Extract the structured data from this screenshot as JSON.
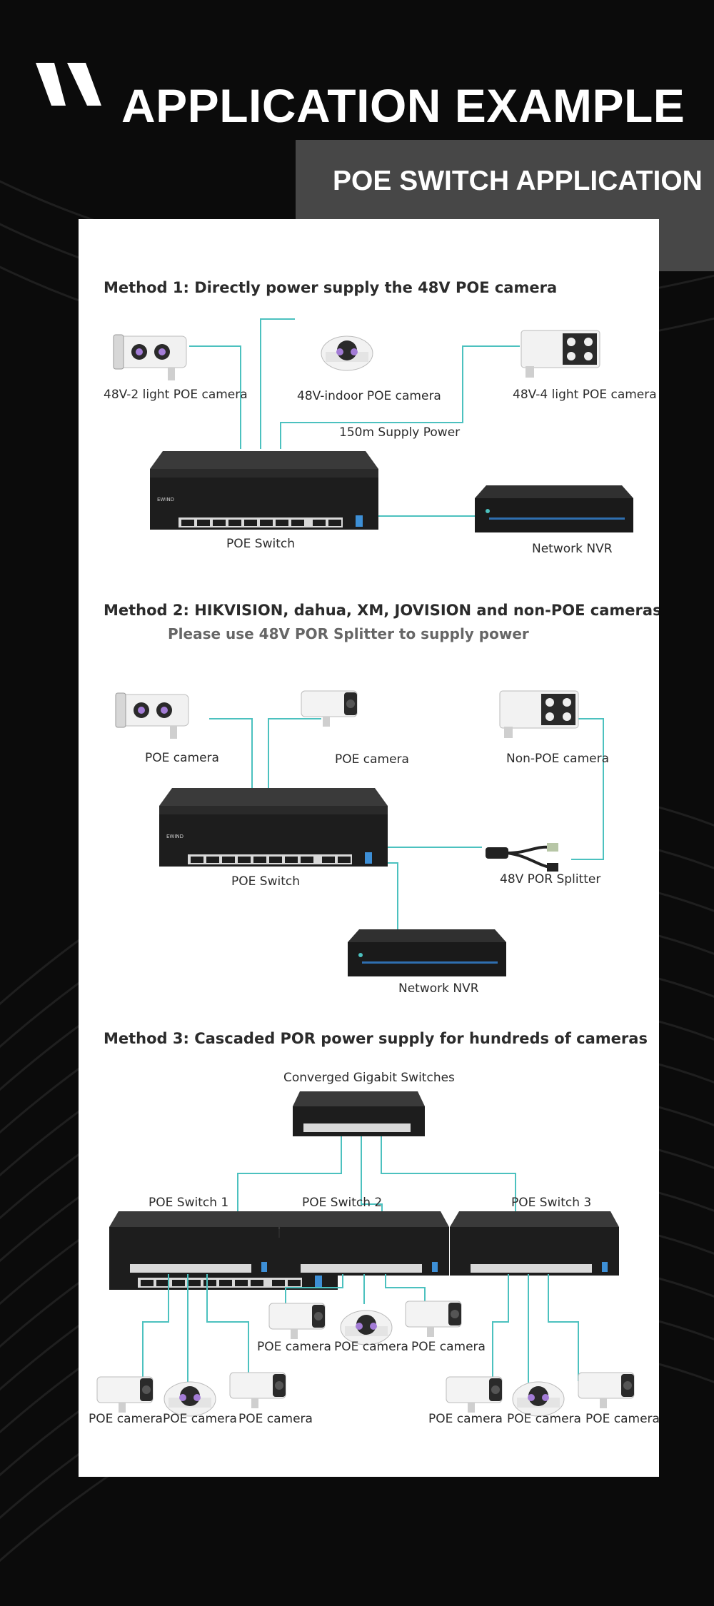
{
  "header": {
    "title": "APPLICATION EXAMPLE",
    "section_title": "POE SWITCH APPLICATION"
  },
  "method1": {
    "title": "Method 1: Directly power supply the 48V POE camera",
    "camera_left": "48V-2 light POE camera",
    "camera_mid": "48V-indoor POE camera",
    "camera_right": "48V-4 light POE camera",
    "supply": "150m Supply Power",
    "switch": "POE Switch",
    "nvr": "Network NVR"
  },
  "method2": {
    "title": "Method 2: HIKVISION, dahua, XM, JOVISION and non-POE cameras",
    "subtitle": "Please use 48V POR Splitter to supply power",
    "camera_left": "POE camera",
    "camera_mid": "POE camera",
    "camera_right": "Non-POE camera",
    "switch": "POE Switch",
    "splitter": "48V POR Splitter",
    "nvr": "Network NVR"
  },
  "method3": {
    "title": "Method 3: Cascaded POR power supply for hundreds of cameras",
    "core": "Converged Gigabit Switches",
    "switch1": "POE Switch 1",
    "switch2": "POE Switch 2",
    "switch3": "POE Switch 3",
    "cam_a": "POE camera",
    "cam_b": "POE camera",
    "cam_c": "POE camera",
    "cam_d": "POE camera",
    "cam_e": "POE camera",
    "cam_f": "POE camera",
    "cam_g": "POE camera",
    "cam_h": "POE camera",
    "cam_i": "POE camera"
  },
  "colors": {
    "wire": "#4cc1bf",
    "band": "#474747",
    "background": "#0b0b0b"
  }
}
